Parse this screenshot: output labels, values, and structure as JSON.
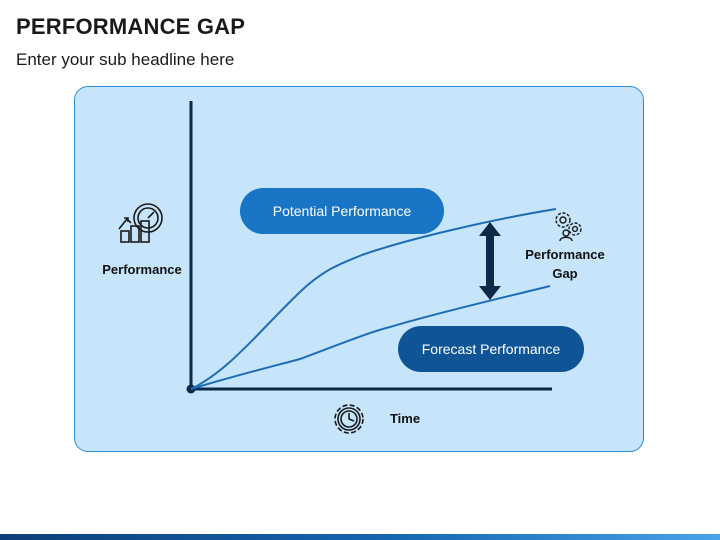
{
  "header": {
    "title": "PERFORMANCE GAP",
    "subtitle": "Enter your sub headline here"
  },
  "diagram": {
    "potential_label": "Potential Performance",
    "forecast_label": "Forecast Performance",
    "y_axis_label": "Performance",
    "x_axis_label": "Time",
    "gap_label": "Performance Gap"
  },
  "icons": {
    "performance": "speedometer-growth-icon",
    "time": "gear-clock-icon",
    "gap": "gears-person-icon"
  },
  "colors": {
    "panel_fill": "#c6e5fb",
    "panel_border": "#2e8fd6",
    "potential_pill": "#1874c4",
    "forecast_pill": "#0f5596",
    "axis": "#0b2a4a",
    "curve": "#1d6db6",
    "gap_arrow": "#0b2a4a"
  }
}
